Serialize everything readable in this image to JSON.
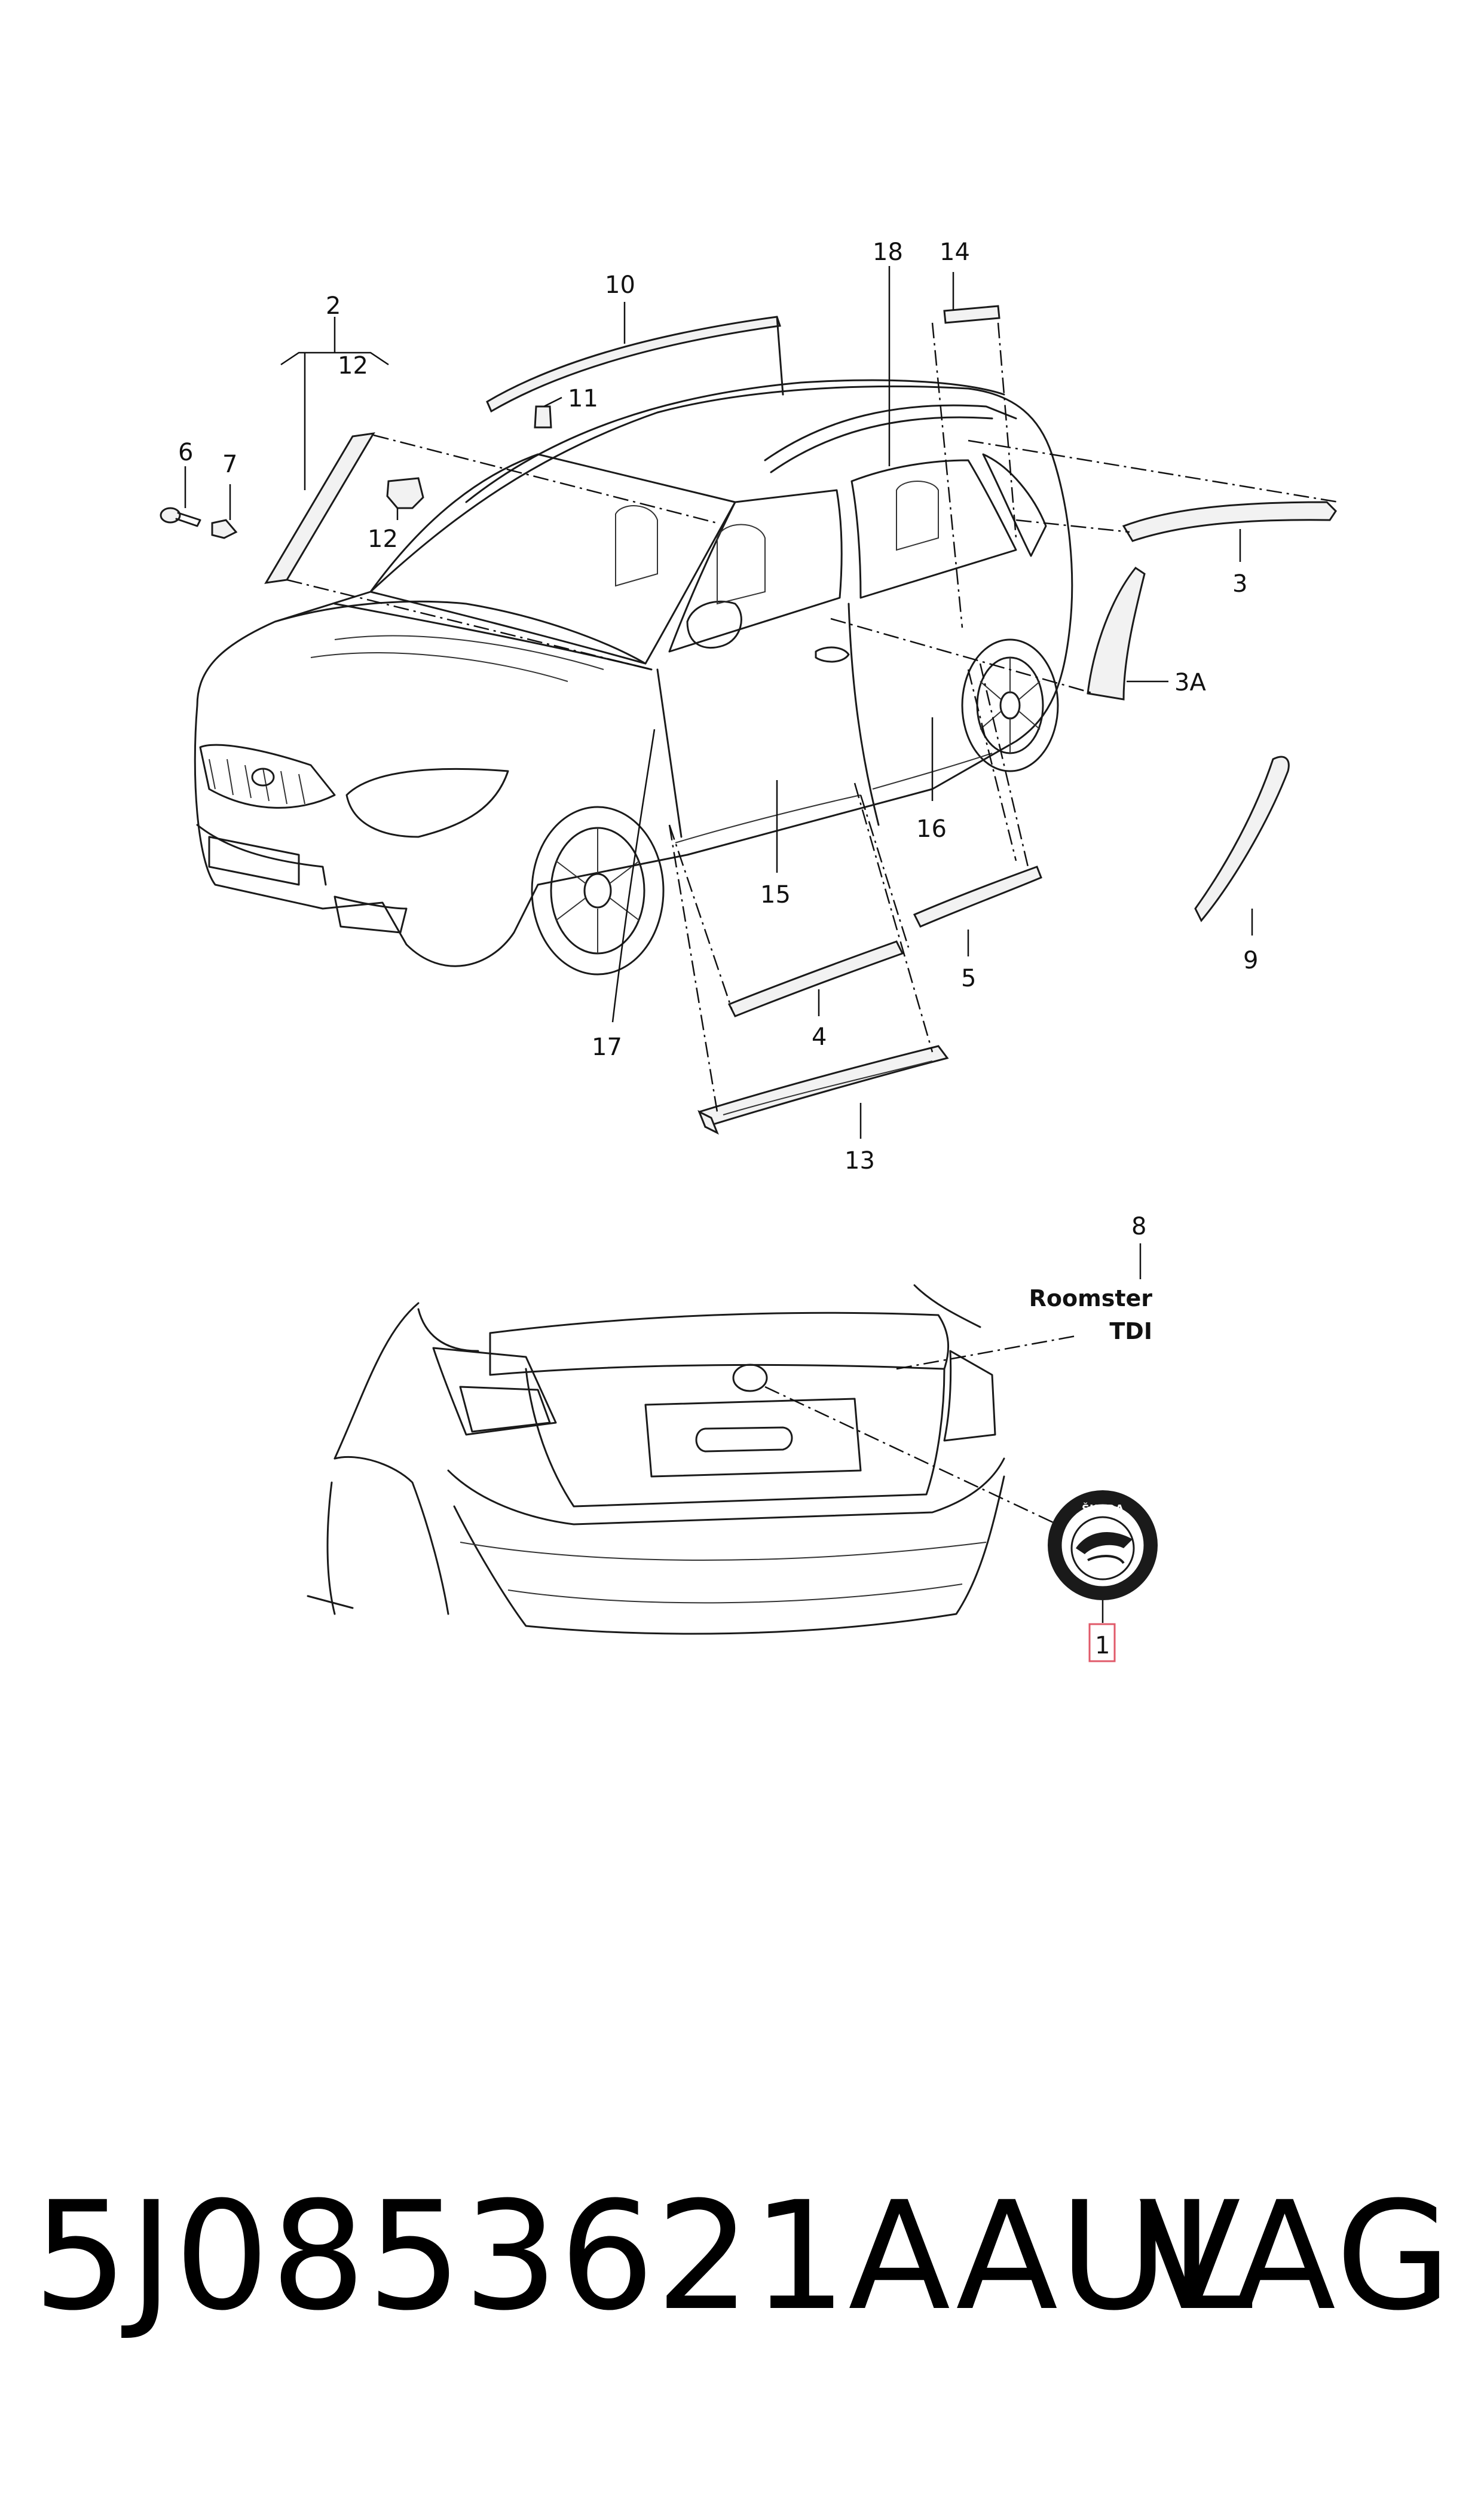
{
  "callouts": {
    "c1": "1",
    "c2": "2",
    "c3": "3",
    "c3a": "3A",
    "c4": "4",
    "c5": "5",
    "c6": "6",
    "c7": "7",
    "c8": "8",
    "c9": "9",
    "c10": "10",
    "c11": "11",
    "c12a": "12",
    "c12b": "12",
    "c13": "13",
    "c14": "14",
    "c15": "15",
    "c16": "16",
    "c17": "17",
    "c18": "18"
  },
  "badge": {
    "line1": "Roomster",
    "line2": "TDI"
  },
  "emblem": {
    "text": "ŠKODA"
  },
  "footer": {
    "part_number": "5J0853621AAUL",
    "brand": "VAG"
  },
  "colors": {
    "line": "#1a1a1a",
    "highlight": "#e05a6a",
    "background": "#ffffff"
  }
}
